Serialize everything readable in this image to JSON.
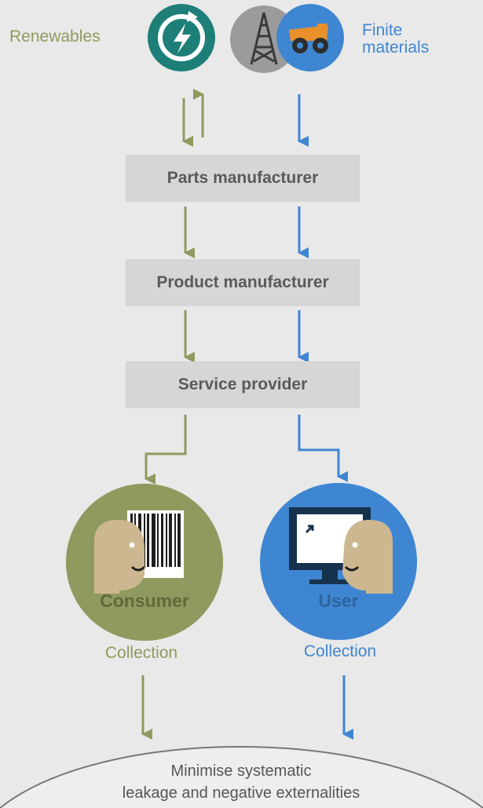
{
  "sources": {
    "renewables": {
      "label": "Renewables",
      "icon": "renewable-energy-icon"
    },
    "finite": {
      "label_line1": "Finite",
      "label_line2": "materials",
      "icons": [
        "oil-derrick-icon",
        "mining-truck-icon"
      ]
    }
  },
  "stages": [
    {
      "label": "Parts manufacturer"
    },
    {
      "label": "Product manufacturer"
    },
    {
      "label": "Service provider"
    }
  ],
  "end_nodes": {
    "consumer": {
      "label": "Consumer",
      "collection": "Collection",
      "icon": "consumer-barcode-icon"
    },
    "user": {
      "label": "User",
      "collection": "Collection",
      "icon": "user-computer-icon"
    }
  },
  "outcome": {
    "line1": "Minimise systematic",
    "line2": "leakage and negative externalities"
  },
  "colors": {
    "background": "#e9e9e9",
    "biological": "#8f9a5e",
    "technical": "#3f86d2",
    "stage_box": "#d6d6d6",
    "renewable_icon": "#1d7f78",
    "derrick_icon": "#9b9b9b",
    "face": "#cdb791"
  }
}
